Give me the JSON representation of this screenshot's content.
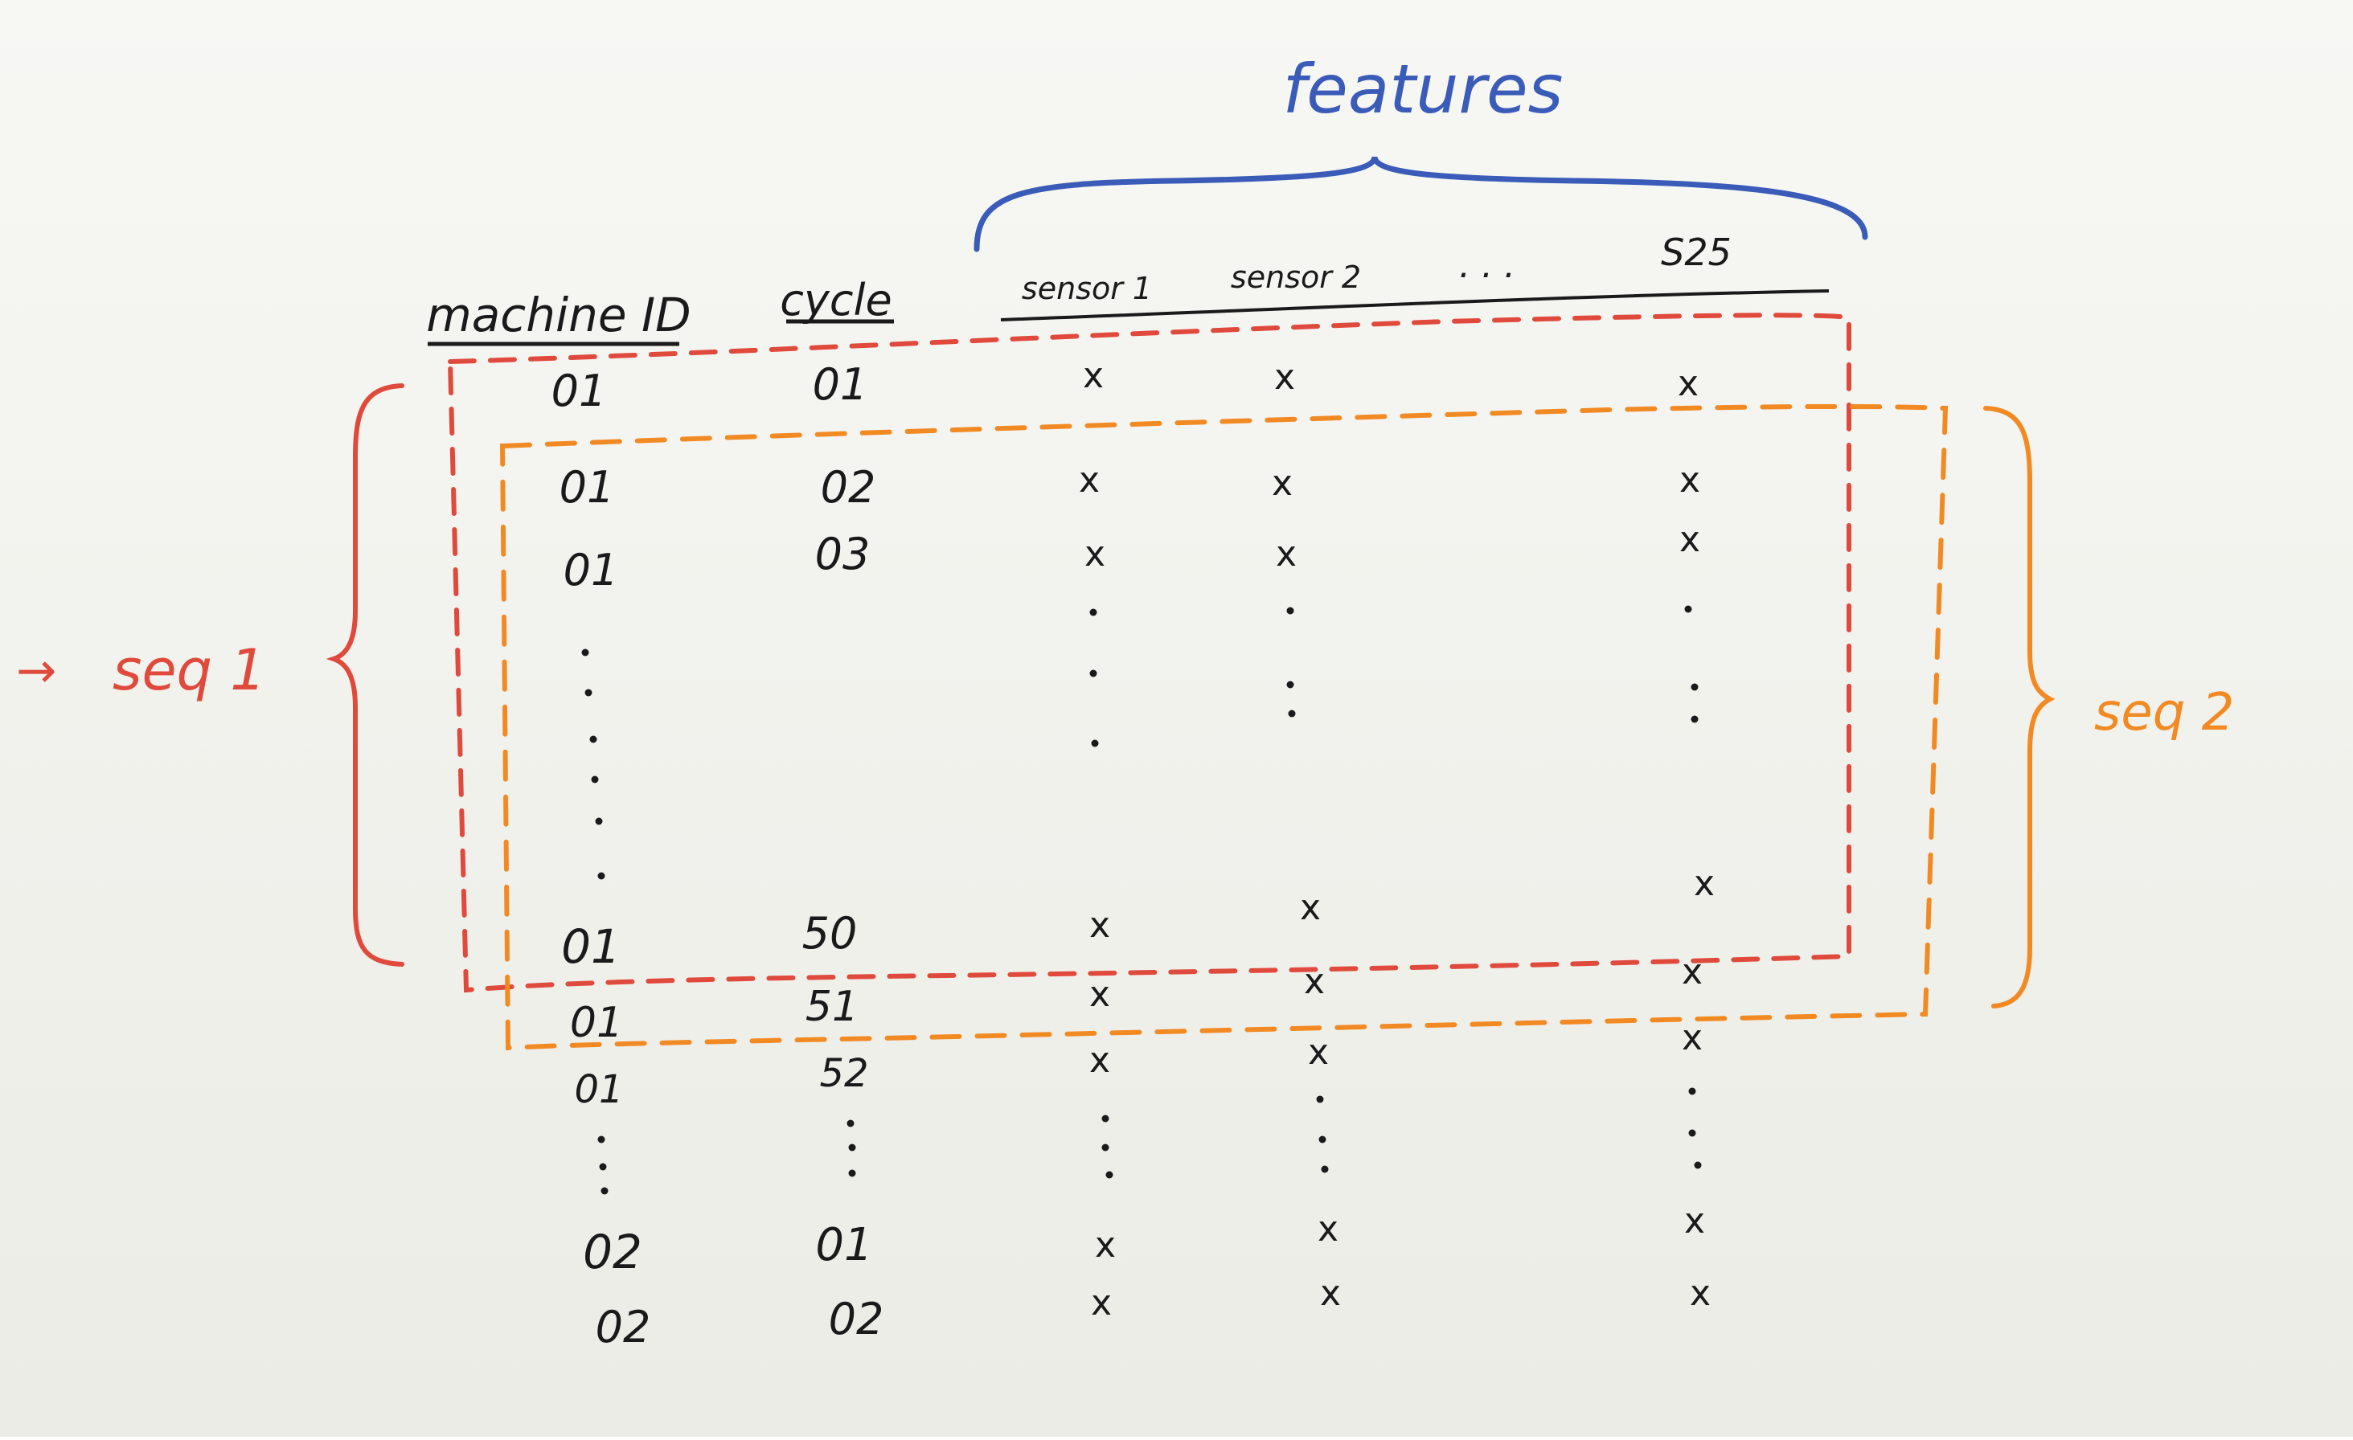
{
  "colors": {
    "board_top": "#f7f7f4",
    "board_bottom": "#ecece6",
    "ink_black": "#1a1a1a",
    "ink_blue": "#3a5bb8",
    "ink_red": "#e04a3c",
    "ink_orange": "#f28a24"
  },
  "title": "features",
  "headers": {
    "machine_id": "machine ID",
    "cycle": "cycle",
    "sensor1": "sensor 1",
    "sensor2": "sensor 2",
    "ellipsis": ". . .",
    "s25": "S25"
  },
  "rows": [
    {
      "machine": "01",
      "cycle": "01"
    },
    {
      "machine": "01",
      "cycle": "02"
    },
    {
      "machine": "01",
      "cycle": "03"
    },
    {
      "machine": "01",
      "cycle": "50"
    },
    {
      "machine": "01",
      "cycle": "51"
    },
    {
      "machine": "01",
      "cycle": "52"
    },
    {
      "machine": "02",
      "cycle": "01"
    },
    {
      "machine": "02",
      "cycle": "02"
    }
  ],
  "mark": "x",
  "labels": {
    "seq1_arrow": "→",
    "seq1": "seq 1",
    "seq2": "seq 2"
  }
}
